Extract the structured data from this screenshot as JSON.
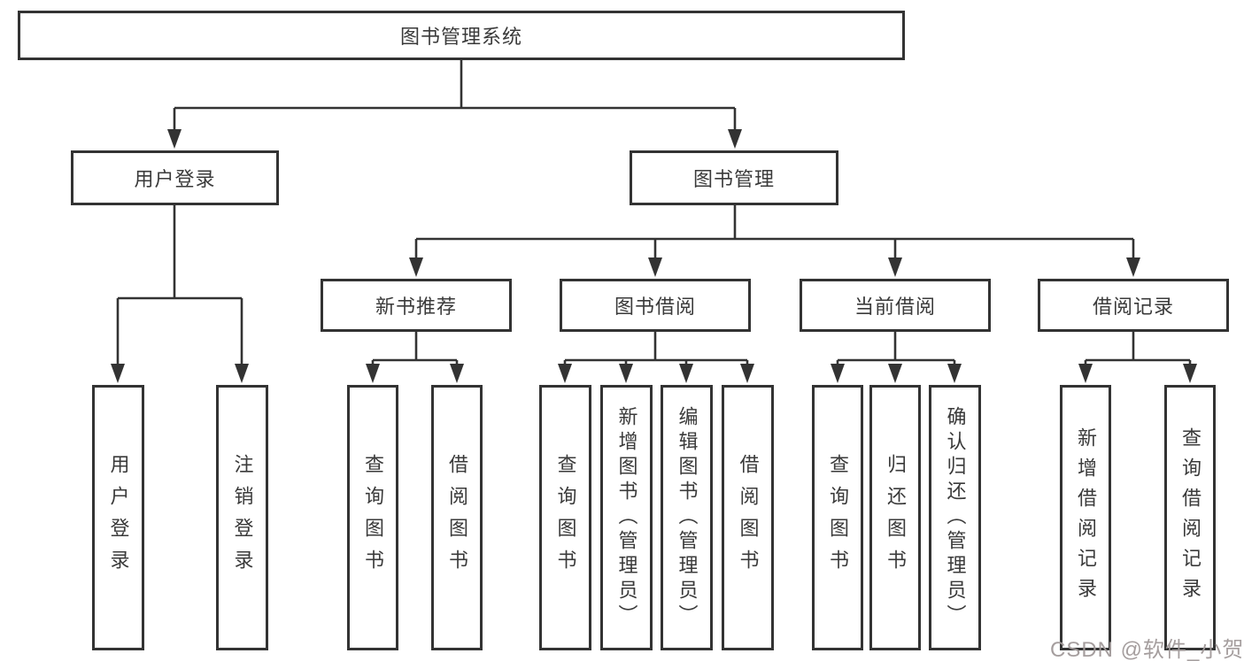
{
  "diagram": {
    "root": "图书管理系统",
    "level2": {
      "user_login": "用户登录",
      "book_management": "图书管理"
    },
    "user_login_children": {
      "login": "用户登录",
      "logout": "注销登录"
    },
    "level3": {
      "new_book_recommend": "新书推荐",
      "book_borrow": "图书借阅",
      "current_borrow": "当前借阅",
      "borrow_records": "借阅记录"
    },
    "new_book_children": {
      "query_books": "查询图书",
      "borrow_books": "借阅图书"
    },
    "book_borrow_children": {
      "query_books": "查询图书",
      "add_books_admin": "新增图书（管理员）",
      "edit_books_admin": "编辑图书（管理员）",
      "borrow_books": "借阅图书"
    },
    "current_borrow_children": {
      "query_books": "查询图书",
      "return_books": "归还图书",
      "confirm_return_admin": "确认归还（管理员）"
    },
    "borrow_records_children": {
      "add_borrow_record": "新增借阅记录",
      "query_borrow_record": "查询借阅记录"
    }
  },
  "watermark": "CSDN @软件_小贺同学",
  "colors": {
    "line": "#333333",
    "text": "#3a3a3a",
    "background": "#ffffff",
    "watermark": "#a09999"
  }
}
